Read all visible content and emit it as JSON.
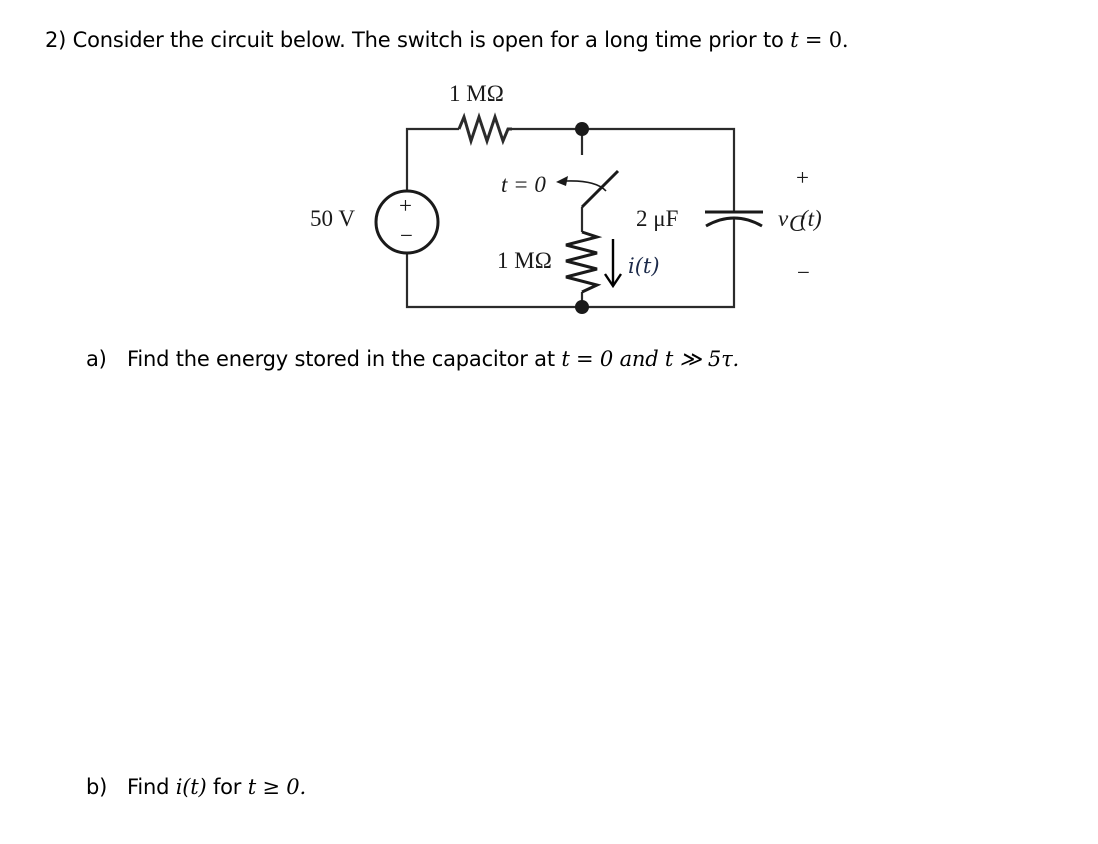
{
  "question": {
    "number": "2)",
    "text": "Consider the circuit below. The switch is open for a long time prior to",
    "condition_var": "t",
    "condition_rel": " = 0."
  },
  "circuit": {
    "source_voltage": "50 V",
    "source_plus": "+",
    "source_minus": "−",
    "series_resistor": "1 MΩ",
    "shunt_resistor": "1 MΩ",
    "switch_label": "t = 0",
    "switch_state_before": "open",
    "capacitor": "2 μF",
    "current_label": "i(t)",
    "capacitor_voltage_label_main": "v",
    "capacitor_voltage_label_sub": "C",
    "capacitor_voltage_label_arg": "(t)",
    "capacitor_voltage_plus": "+",
    "capacitor_voltage_minus": "−",
    "colors": {
      "wire": "#2b2b2b",
      "node": "#1a1a1a",
      "current_label": "#1c2a4a"
    }
  },
  "parts": [
    {
      "label": "a)",
      "text": "Find the energy stored in the capacitor at",
      "math": "t = 0 and t ≫ 5τ."
    },
    {
      "label": "b)",
      "text_before": "Find",
      "math1": "i(t)",
      "text_mid": "for",
      "math2": "t ≥ 0."
    }
  ]
}
